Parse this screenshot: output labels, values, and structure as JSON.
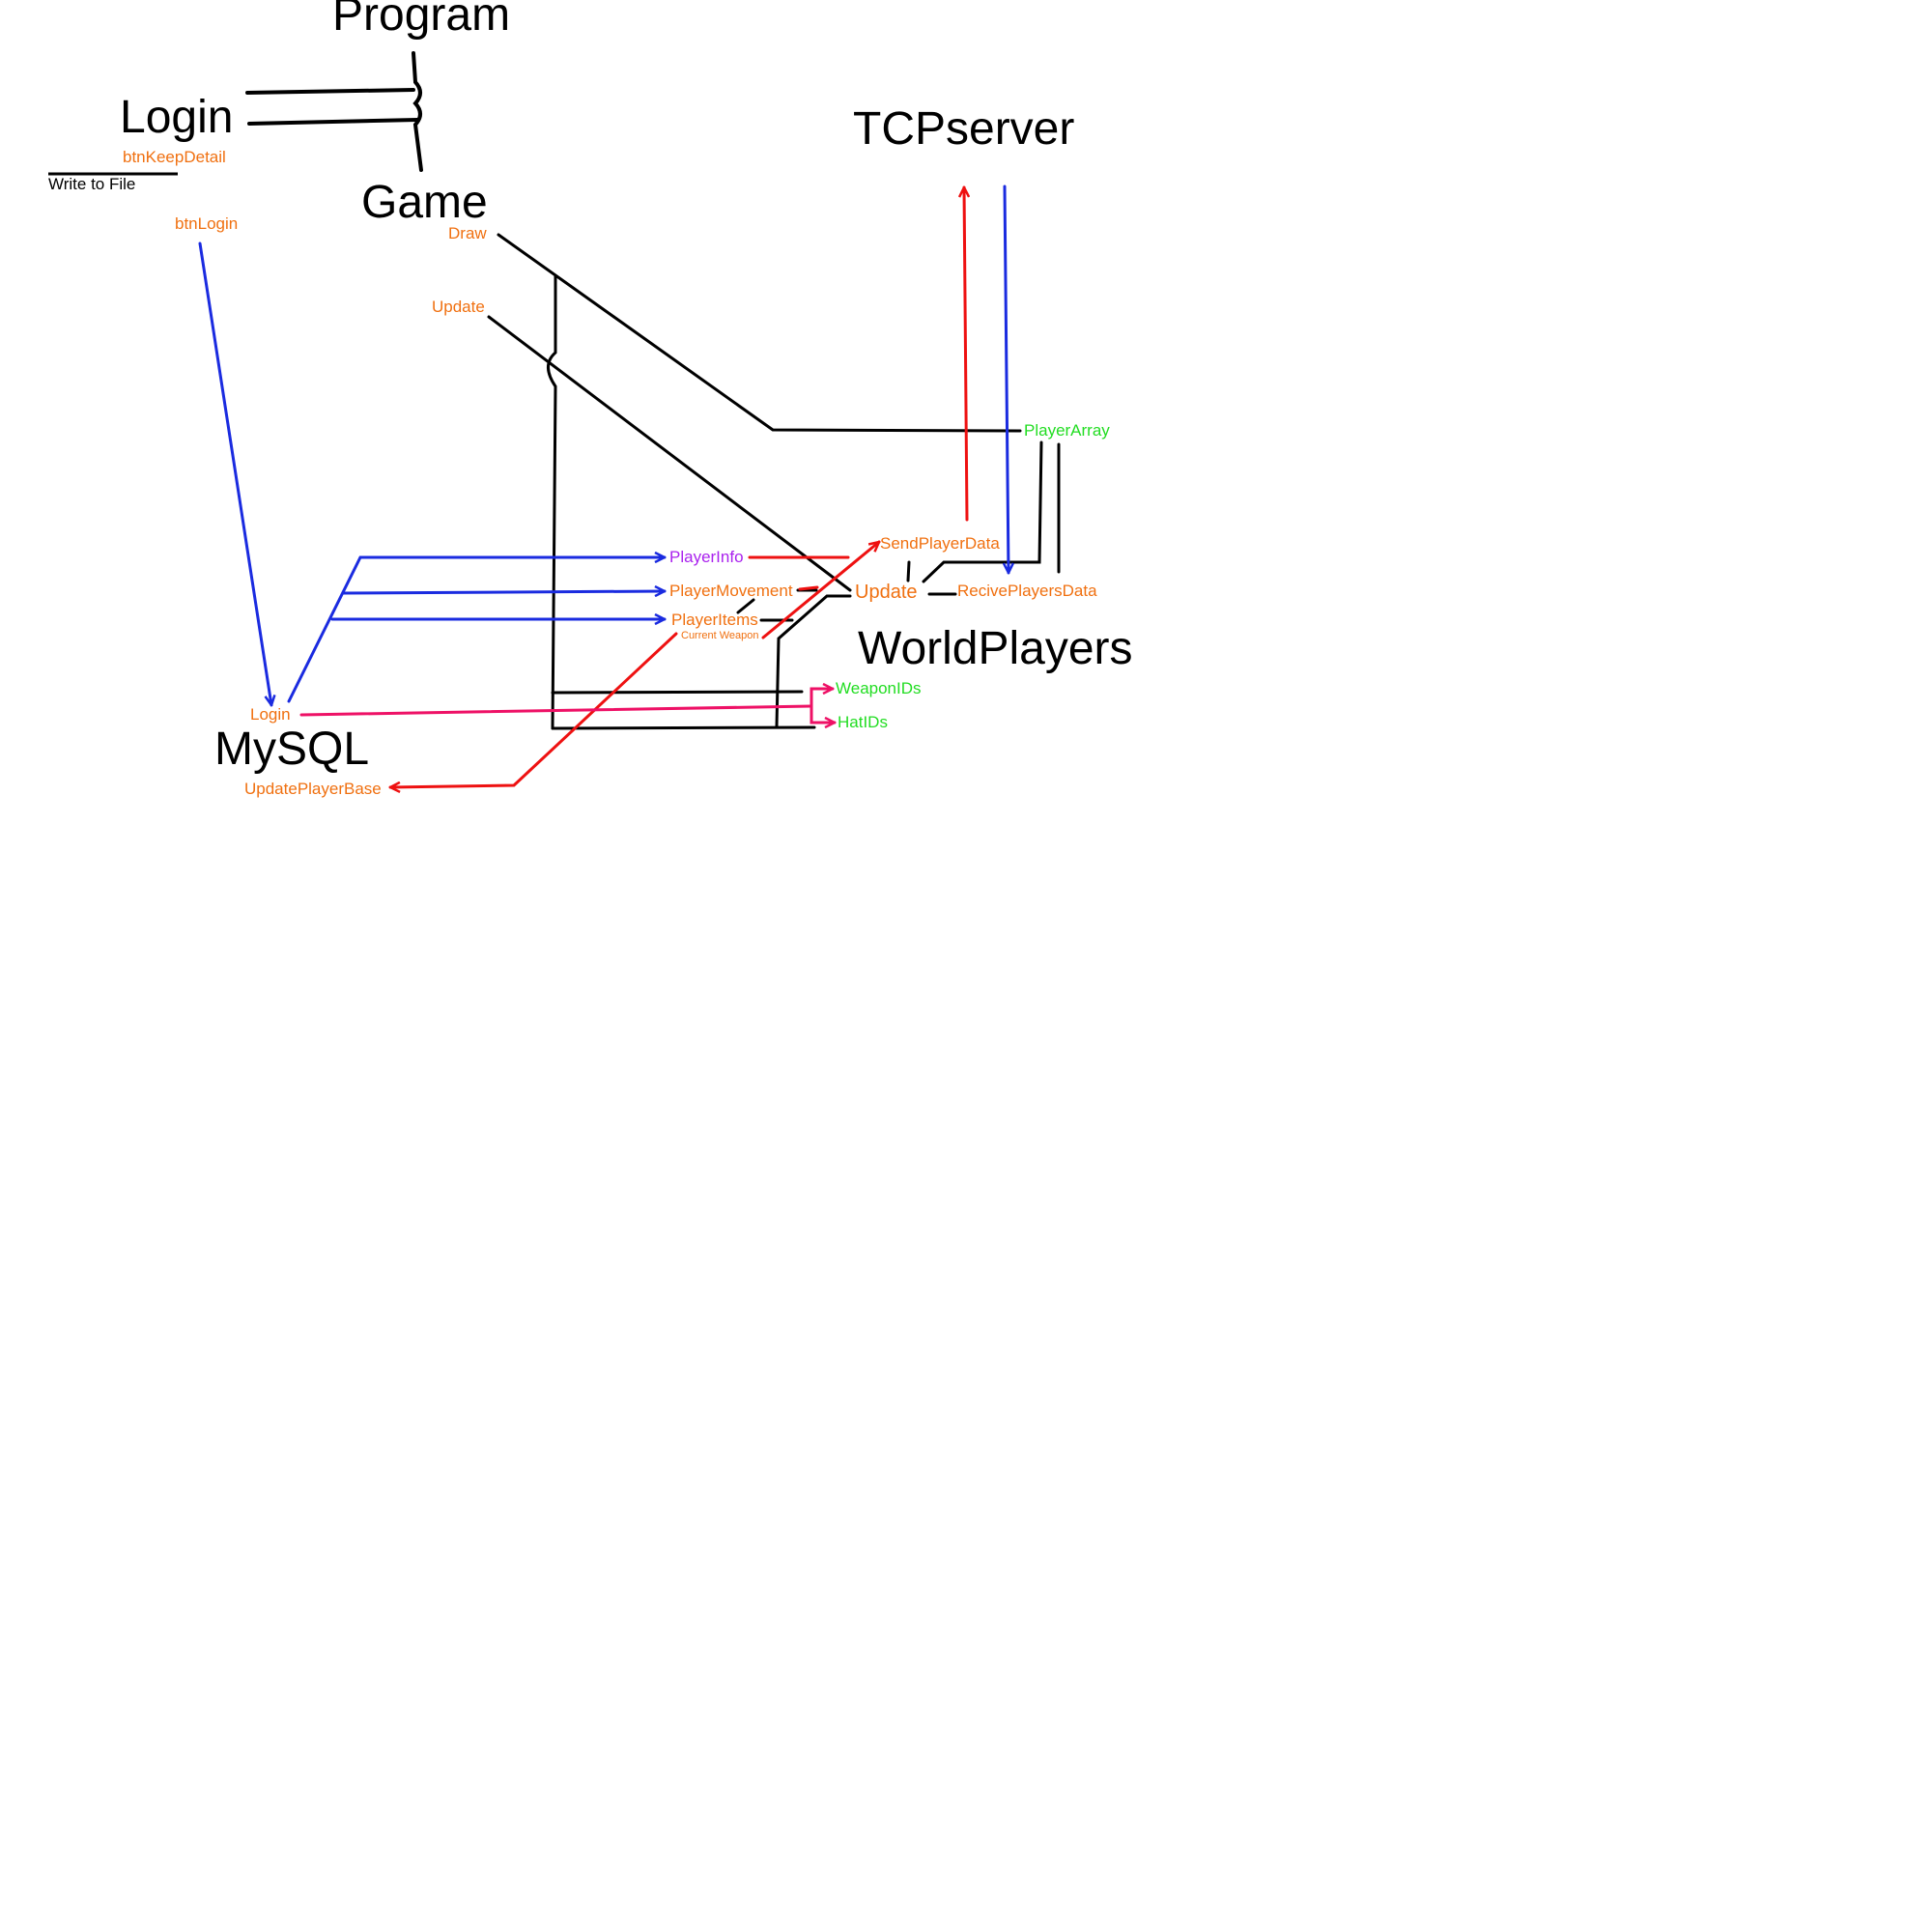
{
  "modules": {
    "program": "Program",
    "login": "Login",
    "game": "Game",
    "tcpserver": "TCPserver",
    "worldplayers": "WorldPlayers",
    "mysql": "MySQL"
  },
  "login_module": {
    "btn_keep_detail": "btnKeepDetail",
    "write_to_file": "Write to File",
    "btn_login": "btnLogin"
  },
  "game_module": {
    "draw": "Draw",
    "update": "Update"
  },
  "worldplayers_module": {
    "player_info": "PlayerInfo",
    "player_movement": "PlayerMovement",
    "player_items": "PlayerItems",
    "current_weapon": "Current Weapon",
    "send_player_data": "SendPlayerData",
    "update": "Update",
    "recive_players_data": "RecivePlayersData",
    "player_array": "PlayerArray",
    "weapon_ids": "WeaponIDs",
    "hat_ids": "HatIDs"
  },
  "mysql_module": {
    "login": "Login",
    "update_player_base": "UpdatePlayerBase"
  },
  "colors": {
    "black_line": "#000000",
    "blue_line": "#1a2be0",
    "red_line": "#ee1111",
    "pink_line": "#ee1166",
    "orange_text": "#f07010",
    "green_text": "#22dd22",
    "purple_text": "#aa22ee"
  }
}
